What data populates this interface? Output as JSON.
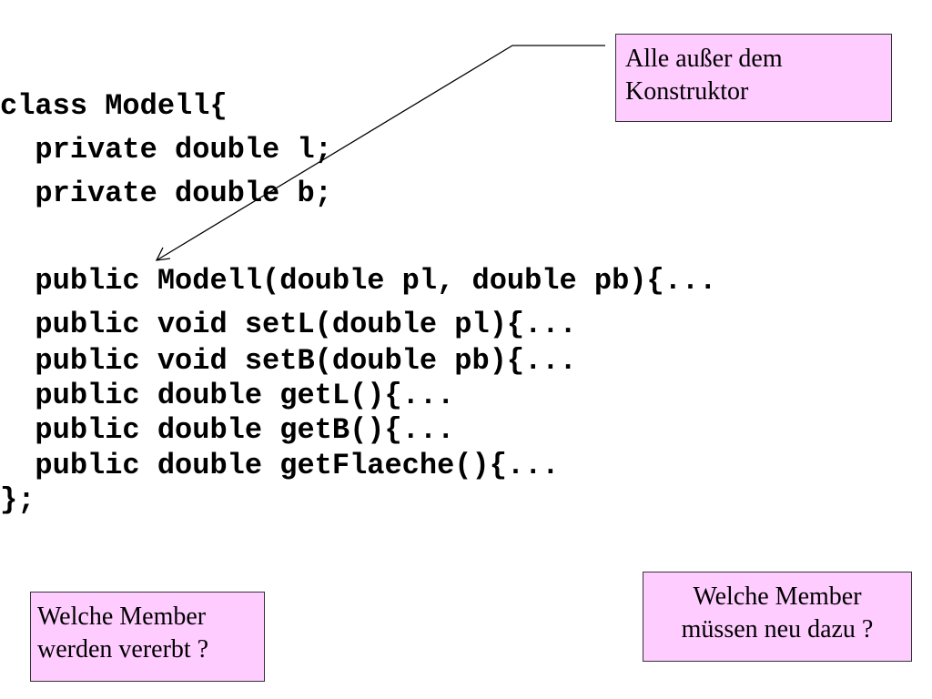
{
  "code": {
    "lines": [
      "class Modell{",
      "  private double l;",
      "  private double b;",
      "  public Modell(double pl, double pb){...",
      "  public void setL(double pl){...",
      "  public void setB(double pb){...",
      "  public double getL(){...",
      "  public double getB(){...",
      "  public double getFlaeche(){...",
      "};"
    ]
  },
  "notes": {
    "top": {
      "line1": "Alle außer dem",
      "line2": "Konstruktor"
    },
    "bottom_left": {
      "line1": "Welche Member",
      "line2": "werden vererbt ?"
    },
    "bottom_right": {
      "line1": "Welche Member",
      "line2": "müssen neu dazu ?"
    }
  },
  "colors": {
    "note_background": "#ffccff",
    "text": "#000000"
  }
}
